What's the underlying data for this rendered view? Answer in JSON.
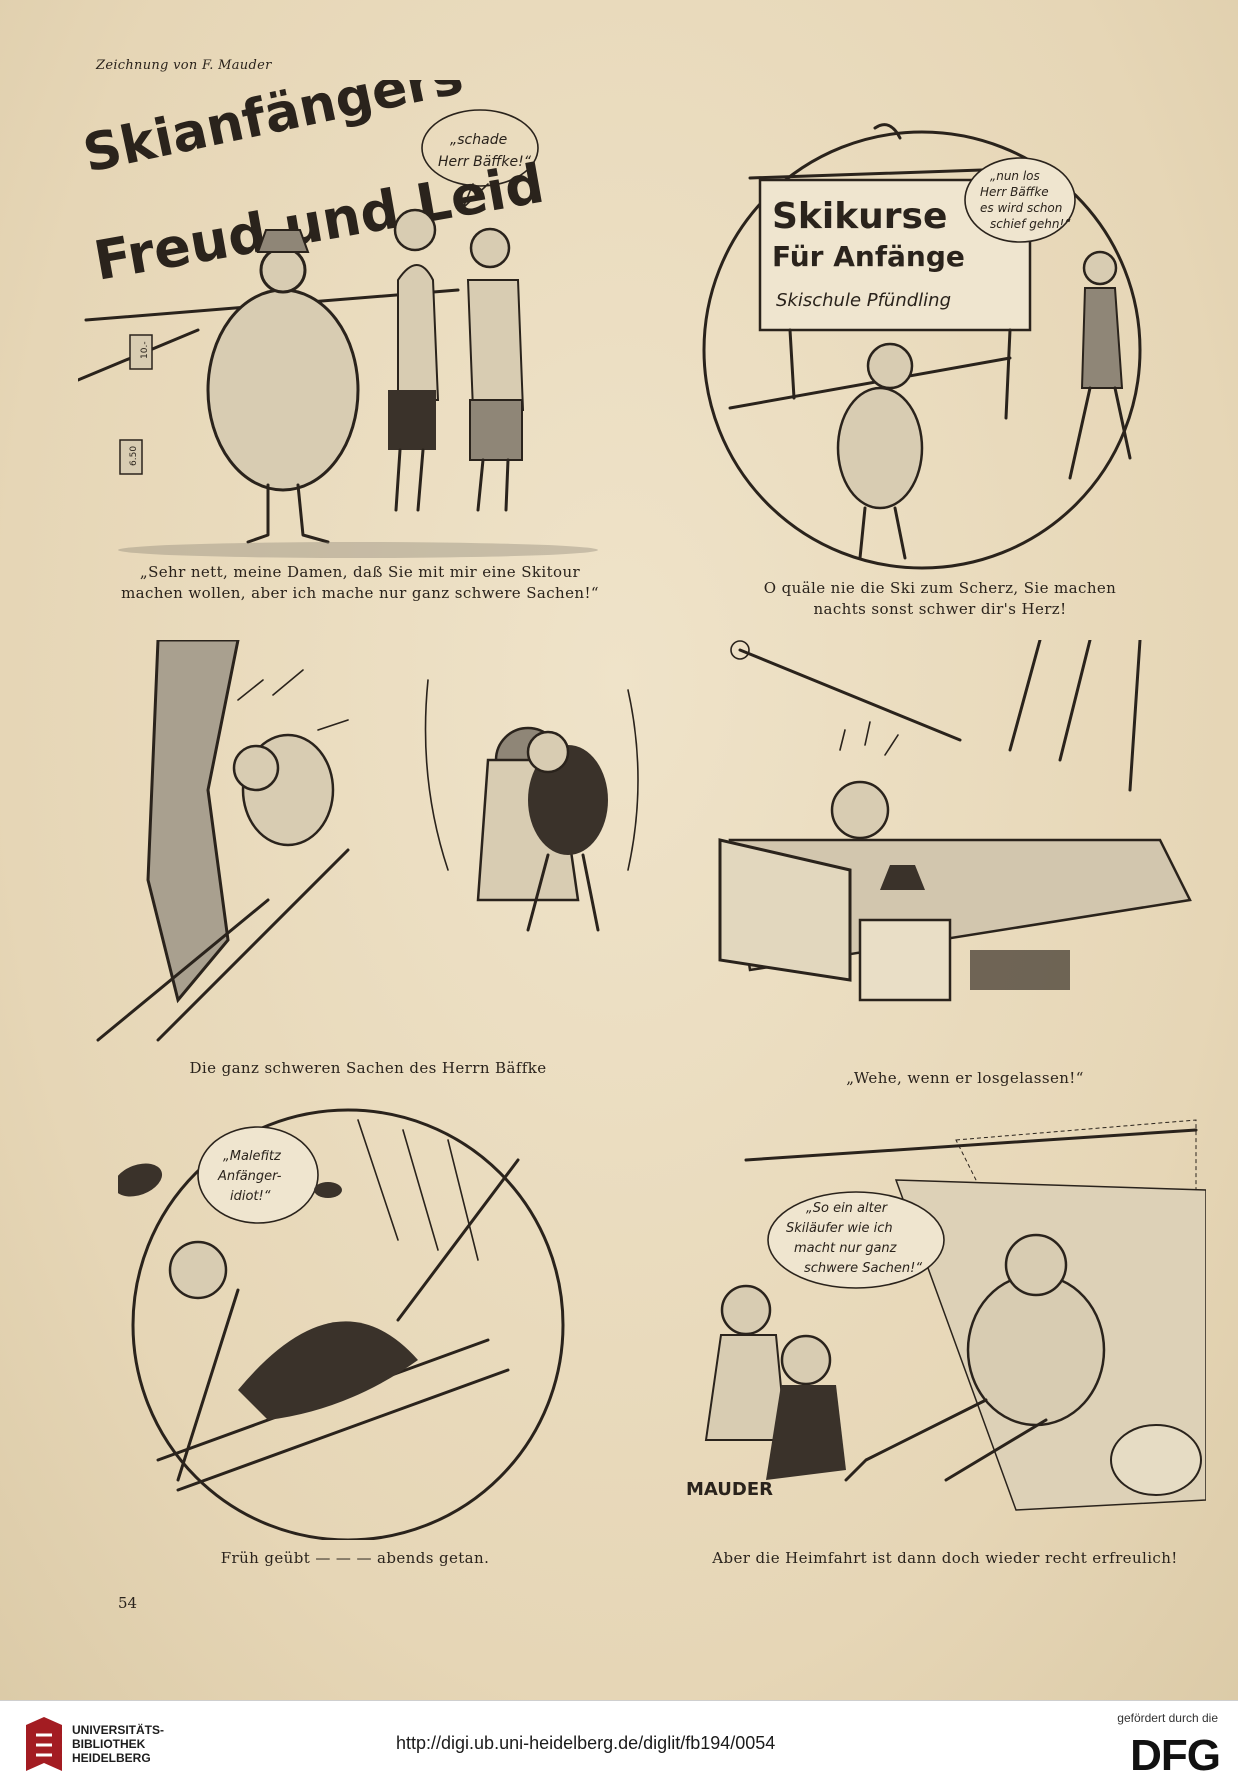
{
  "page": {
    "credit": "Zeichnung von F. Mauder",
    "page_number": "54"
  },
  "panels": [
    {
      "title_line1": "Skianfängers",
      "title_line2": "Freud und Leid",
      "speech": [
        "„schade",
        "Herr Bäffke!“"
      ],
      "tags": [
        "10.-",
        "6.50"
      ],
      "caption": "„Sehr nett, meine Damen, daß Sie mit mir eine Skitour machen wollen, aber ich mache nur ganz schwere Sachen!“"
    },
    {
      "sign_line1": "Skikurse",
      "sign_line2": "Für Anfänge",
      "sign_line3": "Skischule Pfündling",
      "speech": [
        "„nun los",
        "Herr Bäffke",
        "es wird schon",
        "schief gehn!“"
      ],
      "caption": "O quäle nie die Ski zum Scherz, Sie machen nachts sonst schwer dir's Herz!"
    },
    {
      "caption": "Die ganz schweren Sachen des Herrn Bäffke"
    },
    {
      "caption": "„Wehe, wenn er losgelassen!“"
    },
    {
      "speech": [
        "„Malefitz",
        "Anfänger-",
        "idiot!“"
      ],
      "caption": "Früh geübt — — — abends getan."
    },
    {
      "speech": [
        "„So ein alter",
        "Skiläufer wie ich",
        "macht nur ganz",
        "schwere Sachen!“"
      ],
      "signature": "MAUDER",
      "caption": "Aber die Heimfahrt ist dann doch wieder recht erfreulich!"
    }
  ],
  "footer": {
    "library_line1": "UNIVERSITÄTS-",
    "library_line2": "BIBLIOTHEK",
    "library_line3": "HEIDELBERG",
    "url": "http://digi.ub.uni-heidelberg.de/diglit/fb194/0054",
    "funded_by": "gefördert durch die",
    "funder": "DFG"
  }
}
